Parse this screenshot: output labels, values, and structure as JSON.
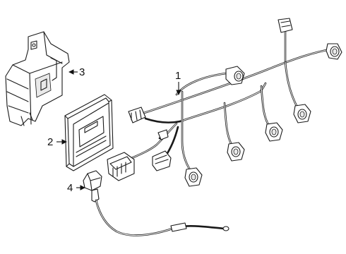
{
  "callouts": [
    {
      "id": "1",
      "label": "1"
    },
    {
      "id": "2",
      "label": "2"
    },
    {
      "id": "3",
      "label": "3"
    },
    {
      "id": "4",
      "label": "4"
    }
  ],
  "parts": {
    "bracket": "control-module-bracket",
    "module": "control-module",
    "harness": "wiring-harness",
    "sensor_lead": "sensor-lead-connector"
  }
}
